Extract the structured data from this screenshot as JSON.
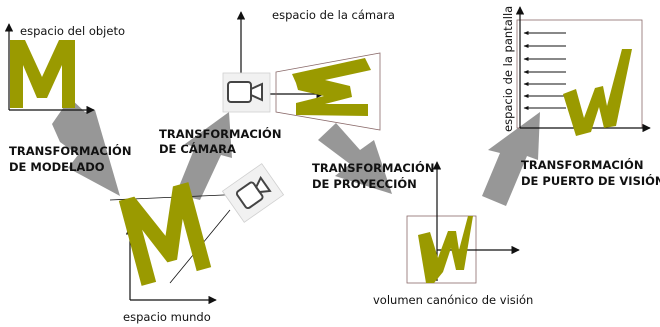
{
  "spaces": {
    "object": "espacio del objeto",
    "camera": "espacio de la cámara",
    "screen": "espacio de la pantalla",
    "world": "espacio mundo",
    "canonical": "volumen canónico de visión"
  },
  "transforms": {
    "modeling": [
      "TRANSFORMACIÓN",
      "DE MODELADO"
    ],
    "camera": [
      "TRANSFORMACIÓN",
      "DE CÁMARA"
    ],
    "projection": [
      "TRANSFORMACIÓN",
      "DE PROYECCIÓN"
    ],
    "viewport": [
      "TRANSFORMACIÓN",
      "DE PUERTO DE VISIÓN"
    ]
  },
  "colors": {
    "letter": "#9a9a00",
    "arrow": "#8c8c8c",
    "frustum_edge": "#8a6a6a",
    "axis": "#111111"
  },
  "icons": [
    "camera-icon",
    "camera-icon-tilted"
  ]
}
